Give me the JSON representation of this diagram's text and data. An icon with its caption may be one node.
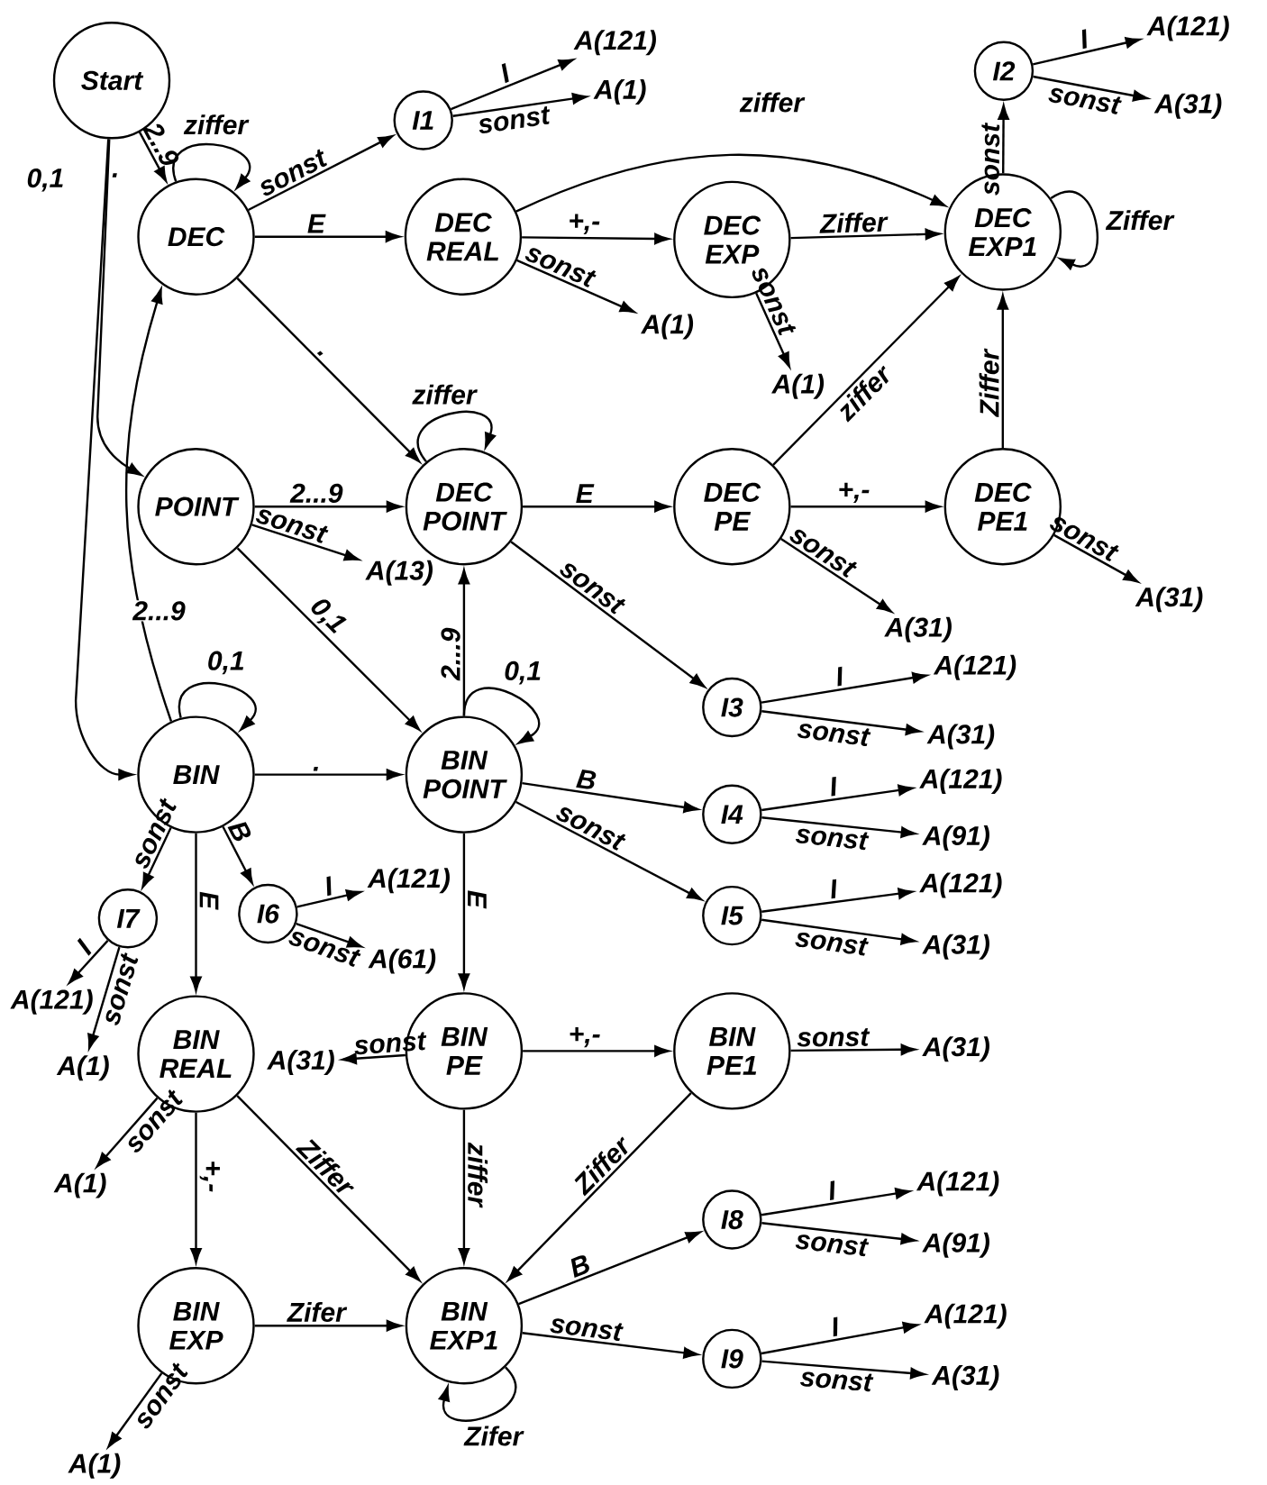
{
  "diagram": {
    "nodes": [
      {
        "text": [
          "Start"
        ]
      },
      {
        "text": [
          "DEC"
        ]
      },
      {
        "text": [
          "I1"
        ]
      },
      {
        "text": [
          "DEC REAL"
        ]
      },
      {
        "text": [
          "DEC EXP"
        ]
      },
      {
        "text": [
          "DEC EXP1"
        ]
      },
      {
        "text": [
          "I2"
        ]
      },
      {
        "text": [
          "POINT"
        ]
      },
      {
        "text": [
          "DEC POINT"
        ]
      },
      {
        "text": [
          "DEC PE"
        ]
      },
      {
        "text": [
          "DEC PE1"
        ]
      },
      {
        "text": [
          "I3"
        ]
      },
      {
        "text": [
          "BIN"
        ]
      },
      {
        "text": [
          "BIN POINT"
        ]
      },
      {
        "text": [
          "I4"
        ]
      },
      {
        "text": [
          "I5"
        ]
      },
      {
        "text": [
          "I7"
        ]
      },
      {
        "text": [
          "I6"
        ]
      },
      {
        "text": [
          "BIN REAL"
        ]
      },
      {
        "text": [
          "BIN PE"
        ]
      },
      {
        "text": [
          "BIN PE1"
        ]
      },
      {
        "text": [
          "I8"
        ]
      },
      {
        "text": [
          "BIN EXP"
        ]
      },
      {
        "text": [
          "BIN EXP1"
        ]
      },
      {
        "text": [
          "I9"
        ]
      },
      {
        "text": [
          "A(121)"
        ]
      },
      {
        "text": [
          "A(1)"
        ]
      },
      {
        "text": [
          "A(121)"
        ]
      },
      {
        "text": [
          "A(31)"
        ]
      },
      {
        "text": [
          "A(1)"
        ]
      },
      {
        "text": [
          "A(1)"
        ]
      },
      {
        "text": [
          "A(13)"
        ]
      },
      {
        "text": [
          "A(31)"
        ]
      },
      {
        "text": [
          "A(31)"
        ]
      },
      {
        "text": [
          "A(121)"
        ]
      },
      {
        "text": [
          "A(31)"
        ]
      },
      {
        "text": [
          "A(121)"
        ]
      },
      {
        "text": [
          "A(91)"
        ]
      },
      {
        "text": [
          "A(121)"
        ]
      },
      {
        "text": [
          "A(31)"
        ]
      },
      {
        "text": [
          "A(121)"
        ]
      },
      {
        "text": [
          "A(61)"
        ]
      },
      {
        "text": [
          "A(121)"
        ]
      },
      {
        "text": [
          "A(1)"
        ]
      },
      {
        "text": [
          "A(31)"
        ]
      },
      {
        "text": [
          "A(31)"
        ]
      },
      {
        "text": [
          "A(1)"
        ]
      },
      {
        "text": [
          "A(121)"
        ]
      },
      {
        "text": [
          "A(91)"
        ]
      },
      {
        "text": [
          "A(121)"
        ]
      },
      {
        "text": [
          "A(31)"
        ]
      },
      {
        "text": [
          "A(1)"
        ]
      }
    ],
    "edges": [
      {
        "from": 0,
        "to": 1,
        "arrow": "to",
        "label": "2..9"
      },
      {
        "from": 0,
        "to": 7,
        "arrow": "to",
        "label": "."
      },
      {
        "from": 0,
        "to": 12,
        "arrow": "to",
        "label": "0,1"
      },
      {
        "from": 1,
        "to": 1,
        "arrow": "to",
        "label": "ziffer"
      },
      {
        "from": 1,
        "to": 2,
        "arrow": "to",
        "label": "sonst"
      },
      {
        "from": 2,
        "to": 25,
        "arrow": "to",
        "label": "I"
      },
      {
        "from": 2,
        "to": 26,
        "arrow": "to",
        "label": "sonst"
      },
      {
        "from": 1,
        "to": 3,
        "arrow": "to",
        "label": "E"
      },
      {
        "from": 3,
        "to": 5,
        "arrow": "to",
        "label": "ziffer"
      },
      {
        "from": 3,
        "to": 4,
        "arrow": "to",
        "label": "+,-"
      },
      {
        "from": 3,
        "to": 29,
        "arrow": "to",
        "label": "sonst"
      },
      {
        "from": 4,
        "to": 5,
        "arrow": "to",
        "label": "Ziffer"
      },
      {
        "from": 4,
        "to": 30,
        "arrow": "to",
        "label": "sonst"
      },
      {
        "from": 5,
        "to": 5,
        "arrow": "to",
        "label": "Ziffer"
      },
      {
        "from": 5,
        "to": 6,
        "arrow": "to",
        "label": "sonst"
      },
      {
        "from": 6,
        "to": 27,
        "arrow": "to",
        "label": "I"
      },
      {
        "from": 6,
        "to": 28,
        "arrow": "to",
        "label": "sonst"
      },
      {
        "from": 1,
        "to": 8,
        "arrow": "to",
        "label": "."
      },
      {
        "from": 12,
        "to": 1,
        "arrow": "to",
        "label": "2...9"
      },
      {
        "from": 7,
        "to": 8,
        "arrow": "to",
        "label": "2...9"
      },
      {
        "from": 7,
        "to": 31,
        "arrow": "to",
        "label": "sonst"
      },
      {
        "from": 7,
        "to": 13,
        "arrow": "to",
        "label": "0,1"
      },
      {
        "from": 8,
        "to": 8,
        "arrow": "to",
        "label": "ziffer"
      },
      {
        "from": 8,
        "to": 9,
        "arrow": "to",
        "label": "E"
      },
      {
        "from": 8,
        "to": 11,
        "arrow": "to",
        "label": "sonst"
      },
      {
        "from": 9,
        "to": 5,
        "arrow": "to",
        "label": "ziffer"
      },
      {
        "from": 9,
        "to": 10,
        "arrow": "to",
        "label": "+,-"
      },
      {
        "from": 9,
        "to": 32,
        "arrow": "to",
        "label": "sonst"
      },
      {
        "from": 10,
        "to": 5,
        "arrow": "to",
        "label": "Ziffer"
      },
      {
        "from": 10,
        "to": 33,
        "arrow": "to",
        "label": "sonst"
      },
      {
        "from": 11,
        "to": 34,
        "arrow": "to",
        "label": "I"
      },
      {
        "from": 11,
        "to": 35,
        "arrow": "to",
        "label": "sonst"
      },
      {
        "from": 12,
        "to": 12,
        "arrow": "to",
        "label": "0,1"
      },
      {
        "from": 12,
        "to": 13,
        "arrow": "to",
        "label": "."
      },
      {
        "from": 13,
        "to": 13,
        "arrow": "to",
        "label": "0,1"
      },
      {
        "from": 13,
        "to": 8,
        "arrow": "to",
        "label": "2...9"
      },
      {
        "from": 13,
        "to": 14,
        "arrow": "to",
        "label": "B"
      },
      {
        "from": 13,
        "to": 15,
        "arrow": "to",
        "label": "sonst"
      },
      {
        "from": 13,
        "to": 19,
        "arrow": "to",
        "label": "E"
      },
      {
        "from": 14,
        "to": 36,
        "arrow": "to",
        "label": "I"
      },
      {
        "from": 14,
        "to": 37,
        "arrow": "to",
        "label": "sonst"
      },
      {
        "from": 15,
        "to": 38,
        "arrow": "to",
        "label": "I"
      },
      {
        "from": 15,
        "to": 39,
        "arrow": "to",
        "label": "sonst"
      },
      {
        "from": 12,
        "to": 16,
        "arrow": "to",
        "label": "sonst"
      },
      {
        "from": 12,
        "to": 17,
        "arrow": "to",
        "label": "B"
      },
      {
        "from": 12,
        "to": 18,
        "arrow": "to",
        "label": "E"
      },
      {
        "from": 16,
        "to": 42,
        "arrow": "to",
        "label": "I"
      },
      {
        "from": 16,
        "to": 43,
        "arrow": "to",
        "label": "sonst"
      },
      {
        "from": 17,
        "to": 40,
        "arrow": "to",
        "label": "I"
      },
      {
        "from": 17,
        "to": 41,
        "arrow": "to",
        "label": "sonst"
      },
      {
        "from": 19,
        "to": 44,
        "arrow": "to",
        "label": "sonst"
      },
      {
        "from": 19,
        "to": 20,
        "arrow": "to",
        "label": "+,-"
      },
      {
        "from": 19,
        "to": 23,
        "arrow": "to",
        "label": "ziffer"
      },
      {
        "from": 20,
        "to": 45,
        "arrow": "to",
        "label": "sonst"
      },
      {
        "from": 20,
        "to": 23,
        "arrow": "to",
        "label": "Ziffer"
      },
      {
        "from": 18,
        "to": 46,
        "arrow": "to",
        "label": "sonst"
      },
      {
        "from": 18,
        "to": 22,
        "arrow": "to",
        "label": "+,-"
      },
      {
        "from": 18,
        "to": 23,
        "arrow": "to",
        "label": "Ziffer"
      },
      {
        "from": 22,
        "to": 23,
        "arrow": "to",
        "label": "Zifer"
      },
      {
        "from": 22,
        "to": 51,
        "arrow": "to",
        "label": "sonst"
      },
      {
        "from": 23,
        "to": 23,
        "arrow": "to",
        "label": "Zifer"
      },
      {
        "from": 23,
        "to": 21,
        "arrow": "to",
        "label": "B"
      },
      {
        "from": 23,
        "to": 24,
        "arrow": "to",
        "label": "sonst"
      },
      {
        "from": 21,
        "to": 47,
        "arrow": "to",
        "label": "I"
      },
      {
        "from": 21,
        "to": 48,
        "arrow": "to",
        "label": "sonst"
      },
      {
        "from": 24,
        "to": 49,
        "arrow": "to",
        "label": "I"
      },
      {
        "from": 24,
        "to": 50,
        "arrow": "to",
        "label": "sonst"
      }
    ]
  }
}
